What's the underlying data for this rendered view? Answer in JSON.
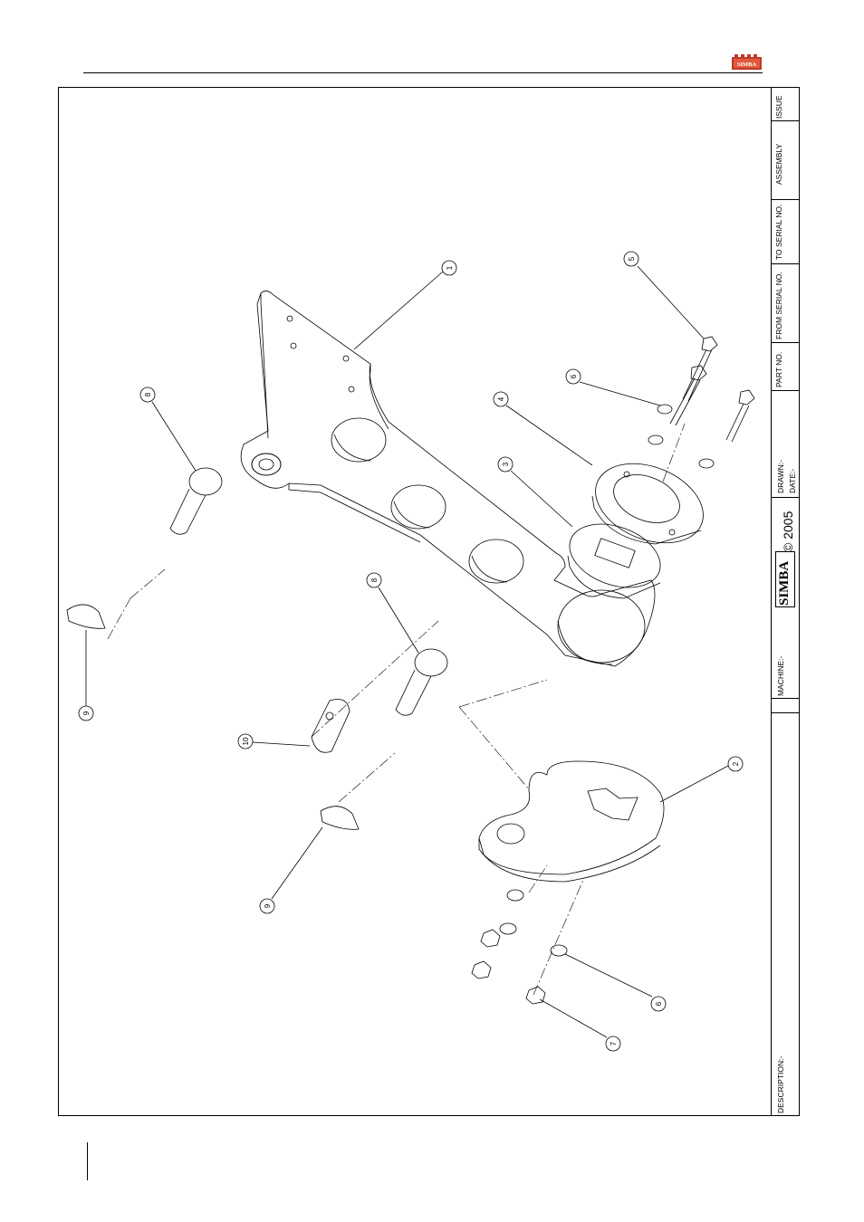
{
  "header": {
    "logo_text": "SIMBA"
  },
  "title_block": {
    "issue_label": "ISSUE",
    "assembly_label": "ASSEMBLY",
    "to_serial_label": "TO SERIAL NO.",
    "from_serial_label": "FROM SERIAL NO.",
    "part_no_label": "PART NO.",
    "drawn_label": "DRAWN:-",
    "date_label": "DATE:-",
    "brand": "SIMBA",
    "copyright": "© 2005",
    "machine_label": "MACHINE:-",
    "description_label": "DESCRIPTION:-"
  },
  "callouts": {
    "c1": "1",
    "c2": "2",
    "c3": "3",
    "c4": "4",
    "c5": "5",
    "c6a": "6",
    "c6b": "6",
    "c7": "7",
    "c8a": "8",
    "c8b": "8",
    "c9a": "9",
    "c9b": "9",
    "c10": "10"
  },
  "colors": {
    "line": "#000000",
    "logo_red": "#c0392b"
  }
}
